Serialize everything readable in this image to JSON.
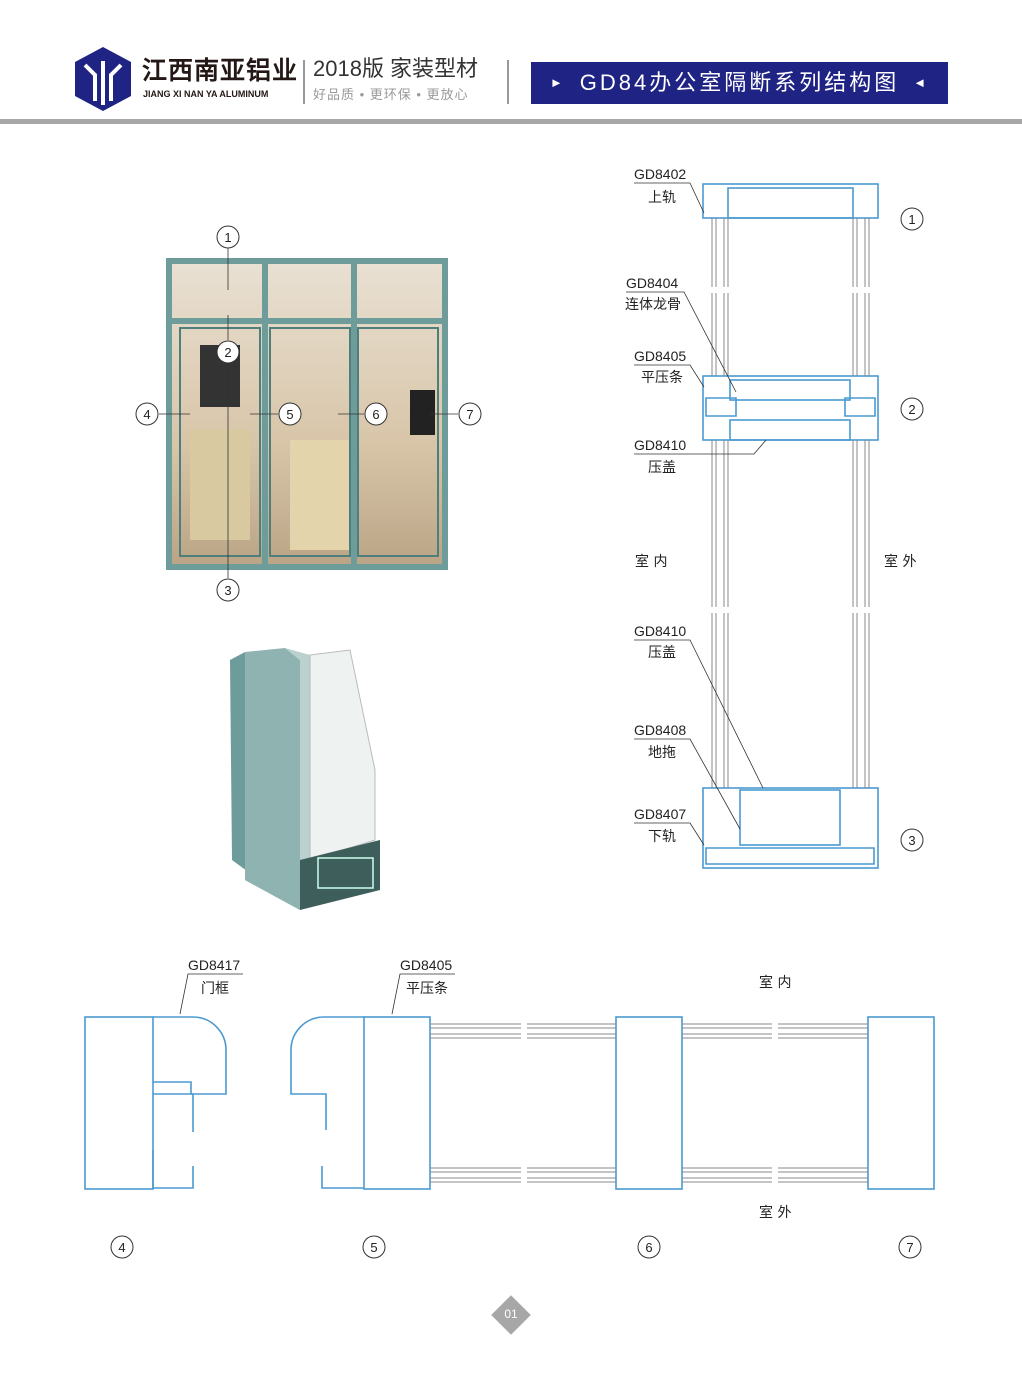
{
  "header": {
    "brand_cn": "江西南亚铝业",
    "brand_en": "JIANG XI NAN YA ALUMINUM",
    "edition": "2018版  家装型材",
    "slogan": "好品质 • 更环保 • 更放心",
    "title": "GD84办公室隔断系列结构图",
    "title_left_marker": "►",
    "title_right_marker": "◄"
  },
  "callouts": [
    "1",
    "2",
    "3",
    "4",
    "5",
    "6",
    "7"
  ],
  "vertical_section": {
    "parts": [
      {
        "code": "GD8402",
        "name": "上轨"
      },
      {
        "code": "GD8404",
        "name": "连体龙骨"
      },
      {
        "code": "GD8405",
        "name": "平压条"
      },
      {
        "code": "GD8410",
        "name": "压盖"
      },
      {
        "code": "GD8410",
        "name": "压盖"
      },
      {
        "code": "GD8408",
        "name": "地拖"
      },
      {
        "code": "GD8407",
        "name": "下轨"
      }
    ],
    "indoor": "室 内",
    "outdoor": "室 外"
  },
  "horizontal_section": {
    "parts": [
      {
        "code": "GD8417",
        "name": "门框"
      },
      {
        "code": "GD8405",
        "name": "平压条"
      }
    ],
    "indoor": "室 内",
    "outdoor": "室 外"
  },
  "colors": {
    "brand_blue": "#1f2383",
    "profile_blue": "#4a9ad0",
    "frame_green": "#6e9c9a"
  },
  "page_number": "01"
}
